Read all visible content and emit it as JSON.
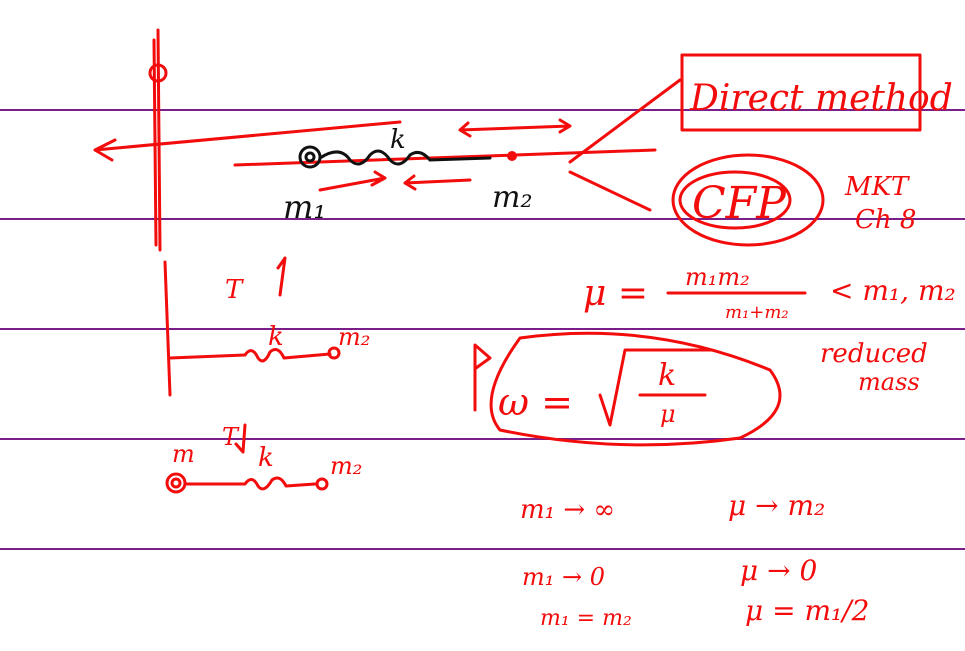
{
  "colors": {
    "ink": "#f20c0c",
    "rule": "#7a1f8a",
    "ink_black": "#111111"
  },
  "top_system": {
    "m1": "m₁",
    "m2": "m₂",
    "spring": "k"
  },
  "methods": {
    "direct": "Direct method",
    "cfp": "CFP",
    "ref_line1": "MKT",
    "ref_line2": "Ch 8"
  },
  "reduced_mass": {
    "formula_lhs": "μ =",
    "numerator": "m₁m₂",
    "denominator": "m₁+m₂",
    "comparison": "< m₁, m₂",
    "label_line1": "reduced",
    "label_line2": "mass"
  },
  "omega": {
    "lhs": "ω =",
    "numerator": "k",
    "denominator": "μ"
  },
  "wall_system_1": {
    "tension": "T",
    "spring": "k",
    "mass": "m₂"
  },
  "wall_system_2": {
    "mass1": "m",
    "tension": "T",
    "spring": "k",
    "mass2": "m₂"
  },
  "limits": [
    {
      "condition": "m₁ → ∞",
      "result": "μ → m₂"
    },
    {
      "condition": "m₁ → 0",
      "result": "μ → 0"
    },
    {
      "condition": "m₁ = m₂",
      "result": "μ = m₁/2"
    }
  ]
}
